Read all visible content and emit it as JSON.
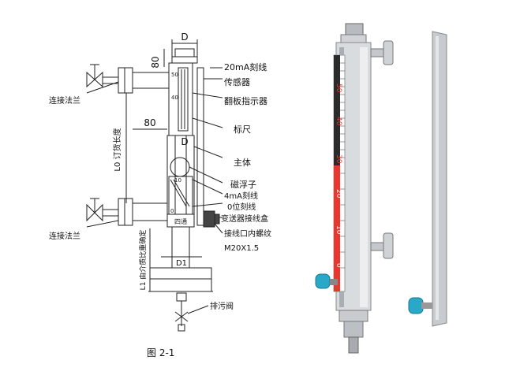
{
  "diagram": {
    "caption": "图 2-1",
    "dims": {
      "d_top": "D",
      "h80_top": "80",
      "h80_mid": "80",
      "d_mid": "D",
      "d1": "D1",
      "l0": "L0 订货长度",
      "l1": "L1 由介质比重确定"
    },
    "callouts": {
      "flange_top": "连接法兰",
      "flange_bottom": "连接法兰",
      "ma20": "20mA刻线",
      "sensor": "传感器",
      "flap": "翻板指示器",
      "scale": "标尺",
      "body": "主体",
      "float": "磁浮子",
      "ma4": "4mA刻线",
      "zero": "0位刻线",
      "junction": "变送器接线盒",
      "thread1": "接线口内螺纹",
      "thread2": "M20X1.5",
      "drain": "排污阀"
    },
    "scale_ticks": [
      "50",
      "40",
      "10",
      "0"
    ],
    "scale_bottom_label": "四通"
  },
  "photo": {
    "scale_labels": [
      "50",
      "40",
      "30",
      "20",
      "10",
      "0"
    ],
    "colors": {
      "red_fill": "#e8382e",
      "steel": "#c8ccd0",
      "junction_box": "#2aa8c8"
    }
  }
}
